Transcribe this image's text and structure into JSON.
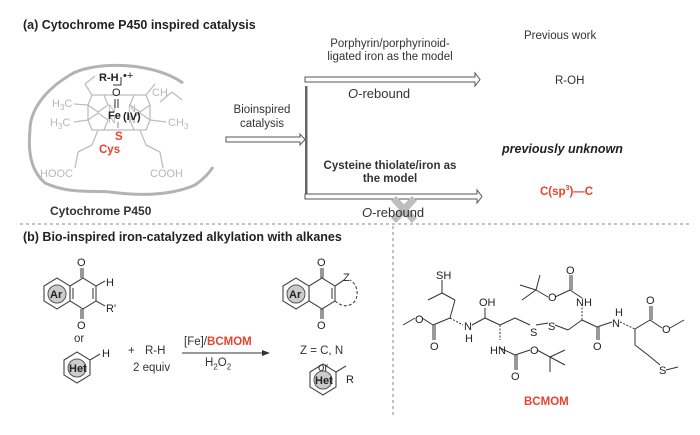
{
  "figure": {
    "colors": {
      "accent_red": "#e8432d",
      "gray_structure": "#b8b8b8",
      "ink": "#222222",
      "dash": "#888888"
    },
    "panel_a": {
      "title": "(a) Cytochrome P450 inspired catalysis",
      "enzyme": {
        "label": "Cytochrome P450",
        "substrate": "R-H",
        "radical_charge": "•+",
        "oxo": "O",
        "metal": "Fe",
        "metal_ox_state": "(IV)",
        "ligand_atom": "S",
        "ligand_residue": "Cys",
        "substituents": [
          "H3C",
          "CH",
          "H3C",
          "CH3",
          "HOOC",
          "COOH"
        ],
        "nitrogen_label": "N"
      },
      "bioinspired_arrow": {
        "line1": "Bioinspired",
        "line2": "catalysis"
      },
      "upper_branch": {
        "label_line1": "Porphyrin/porphyrinoid-",
        "label_line2": "ligated iron as the model",
        "below_arrow": "O-rebound",
        "header": "Previous work",
        "product": "R-OH"
      },
      "lower_branch": {
        "label_line1": "Cysteine thiolate/iron as",
        "label_line2": "the model",
        "below_arrow": "O-rebound",
        "blocked_mark": "✖",
        "header": "previously unknown",
        "product_prefix": "C(sp",
        "product_sup": "3",
        "product_suffix": ")—C"
      }
    },
    "panel_b": {
      "title": "(b) Bio-inspired iron-catalyzed alkylation with alkanes",
      "reactant_1": {
        "ring_label": "Ar",
        "carbonyl_o": "O",
        "h": "H",
        "r_prime": "R'"
      },
      "or_1": "or",
      "reactant_2": {
        "ring_label": "Het",
        "h": "H"
      },
      "plus": "+",
      "reagent": {
        "formula": "R-H",
        "amount": "2 equiv"
      },
      "conditions": {
        "catalyst_prefix": "[Fe]/",
        "catalyst_ligand": "BCMOM",
        "oxidant": "H2O2"
      },
      "product_1": {
        "ring_label": "Ar",
        "carbonyl_o": "O",
        "z": "Z",
        "z_def": "Z = C, N"
      },
      "or_2": "or",
      "product_2": {
        "ring_label": "Het",
        "r": "R"
      },
      "ligand_structure": {
        "name": "BCMOM",
        "atom_labels": [
          "SH",
          "O",
          "O",
          "N",
          "H",
          "OH",
          "HN",
          "O",
          "O",
          "S",
          "S",
          "O",
          "O",
          "NH",
          "O",
          "H",
          "N",
          "O",
          "O",
          "S"
        ]
      }
    }
  }
}
